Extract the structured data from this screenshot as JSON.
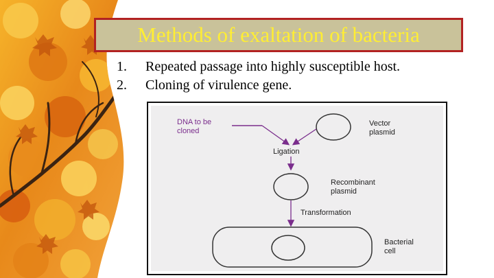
{
  "slide": {
    "title": "Methods of exaltation of bacteria",
    "items": [
      {
        "number": "1.",
        "text": "Repeated passage into highly susceptible host."
      },
      {
        "number": "2.",
        "text": "Cloning of virulence gene."
      }
    ]
  },
  "diagram": {
    "dna_label_line1": "DNA to be",
    "dna_label_line2": "cloned",
    "vector_label_line1": "Vector",
    "vector_label_line2": "plasmid",
    "ligation_label": "Ligation",
    "recombinant_label_line1": "Recombinant",
    "recombinant_label_line2": "plasmid",
    "transformation_label": "Transformation",
    "bacterial_label_line1": "Bacterial",
    "bacterial_label_line2": "cell"
  },
  "colors": {
    "title_text": "#ffee33",
    "title_border": "#b22222",
    "title_fill": "#c9c29a",
    "dna_label": "#7a2d8c",
    "arrow": "#7a2d8c"
  },
  "decoration": {
    "sidebar_image": "autumn-maple-leaves-photo"
  }
}
